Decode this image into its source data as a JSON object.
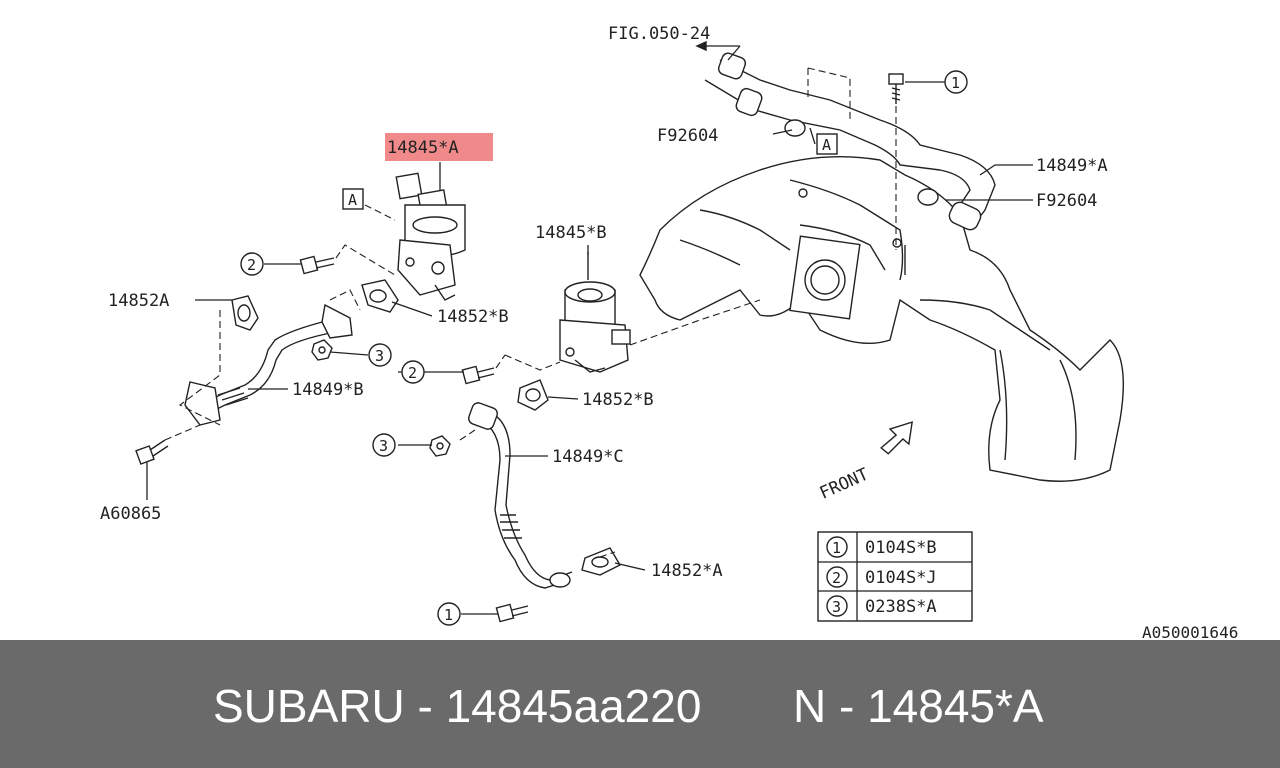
{
  "diagram": {
    "ref_fig": "FIG.050-24",
    "labels": {
      "l14845A": "14845*A",
      "l14845B": "14845*B",
      "l14849A": "14849*A",
      "l14849B": "14849*B",
      "l14849C": "14849*C",
      "l14852A_1": "14852A",
      "l14852A_2": "14852*A",
      "l14852B_1": "14852*B",
      "l14852B_2": "14852*B",
      "lF92604_1": "F92604",
      "lF92604_2": "F92604",
      "lA60865": "A60865",
      "lFront": "FRONT",
      "boxA1": "A",
      "boxA2": "A",
      "c1a": "1",
      "c1b": "1",
      "c2a": "2",
      "c2b": "2",
      "c3a": "3",
      "c3b": "3",
      "doc_id": "A050001646"
    },
    "legend": [
      {
        "num": "1",
        "code": "0104S*B"
      },
      {
        "num": "2",
        "code": "0104S*J"
      },
      {
        "num": "3",
        "code": "0238S*A"
      }
    ],
    "highlight_color": "#f08a8a"
  },
  "footer": {
    "left": "SUBARU - 14845aa220",
    "right": "N - 14845*A"
  }
}
